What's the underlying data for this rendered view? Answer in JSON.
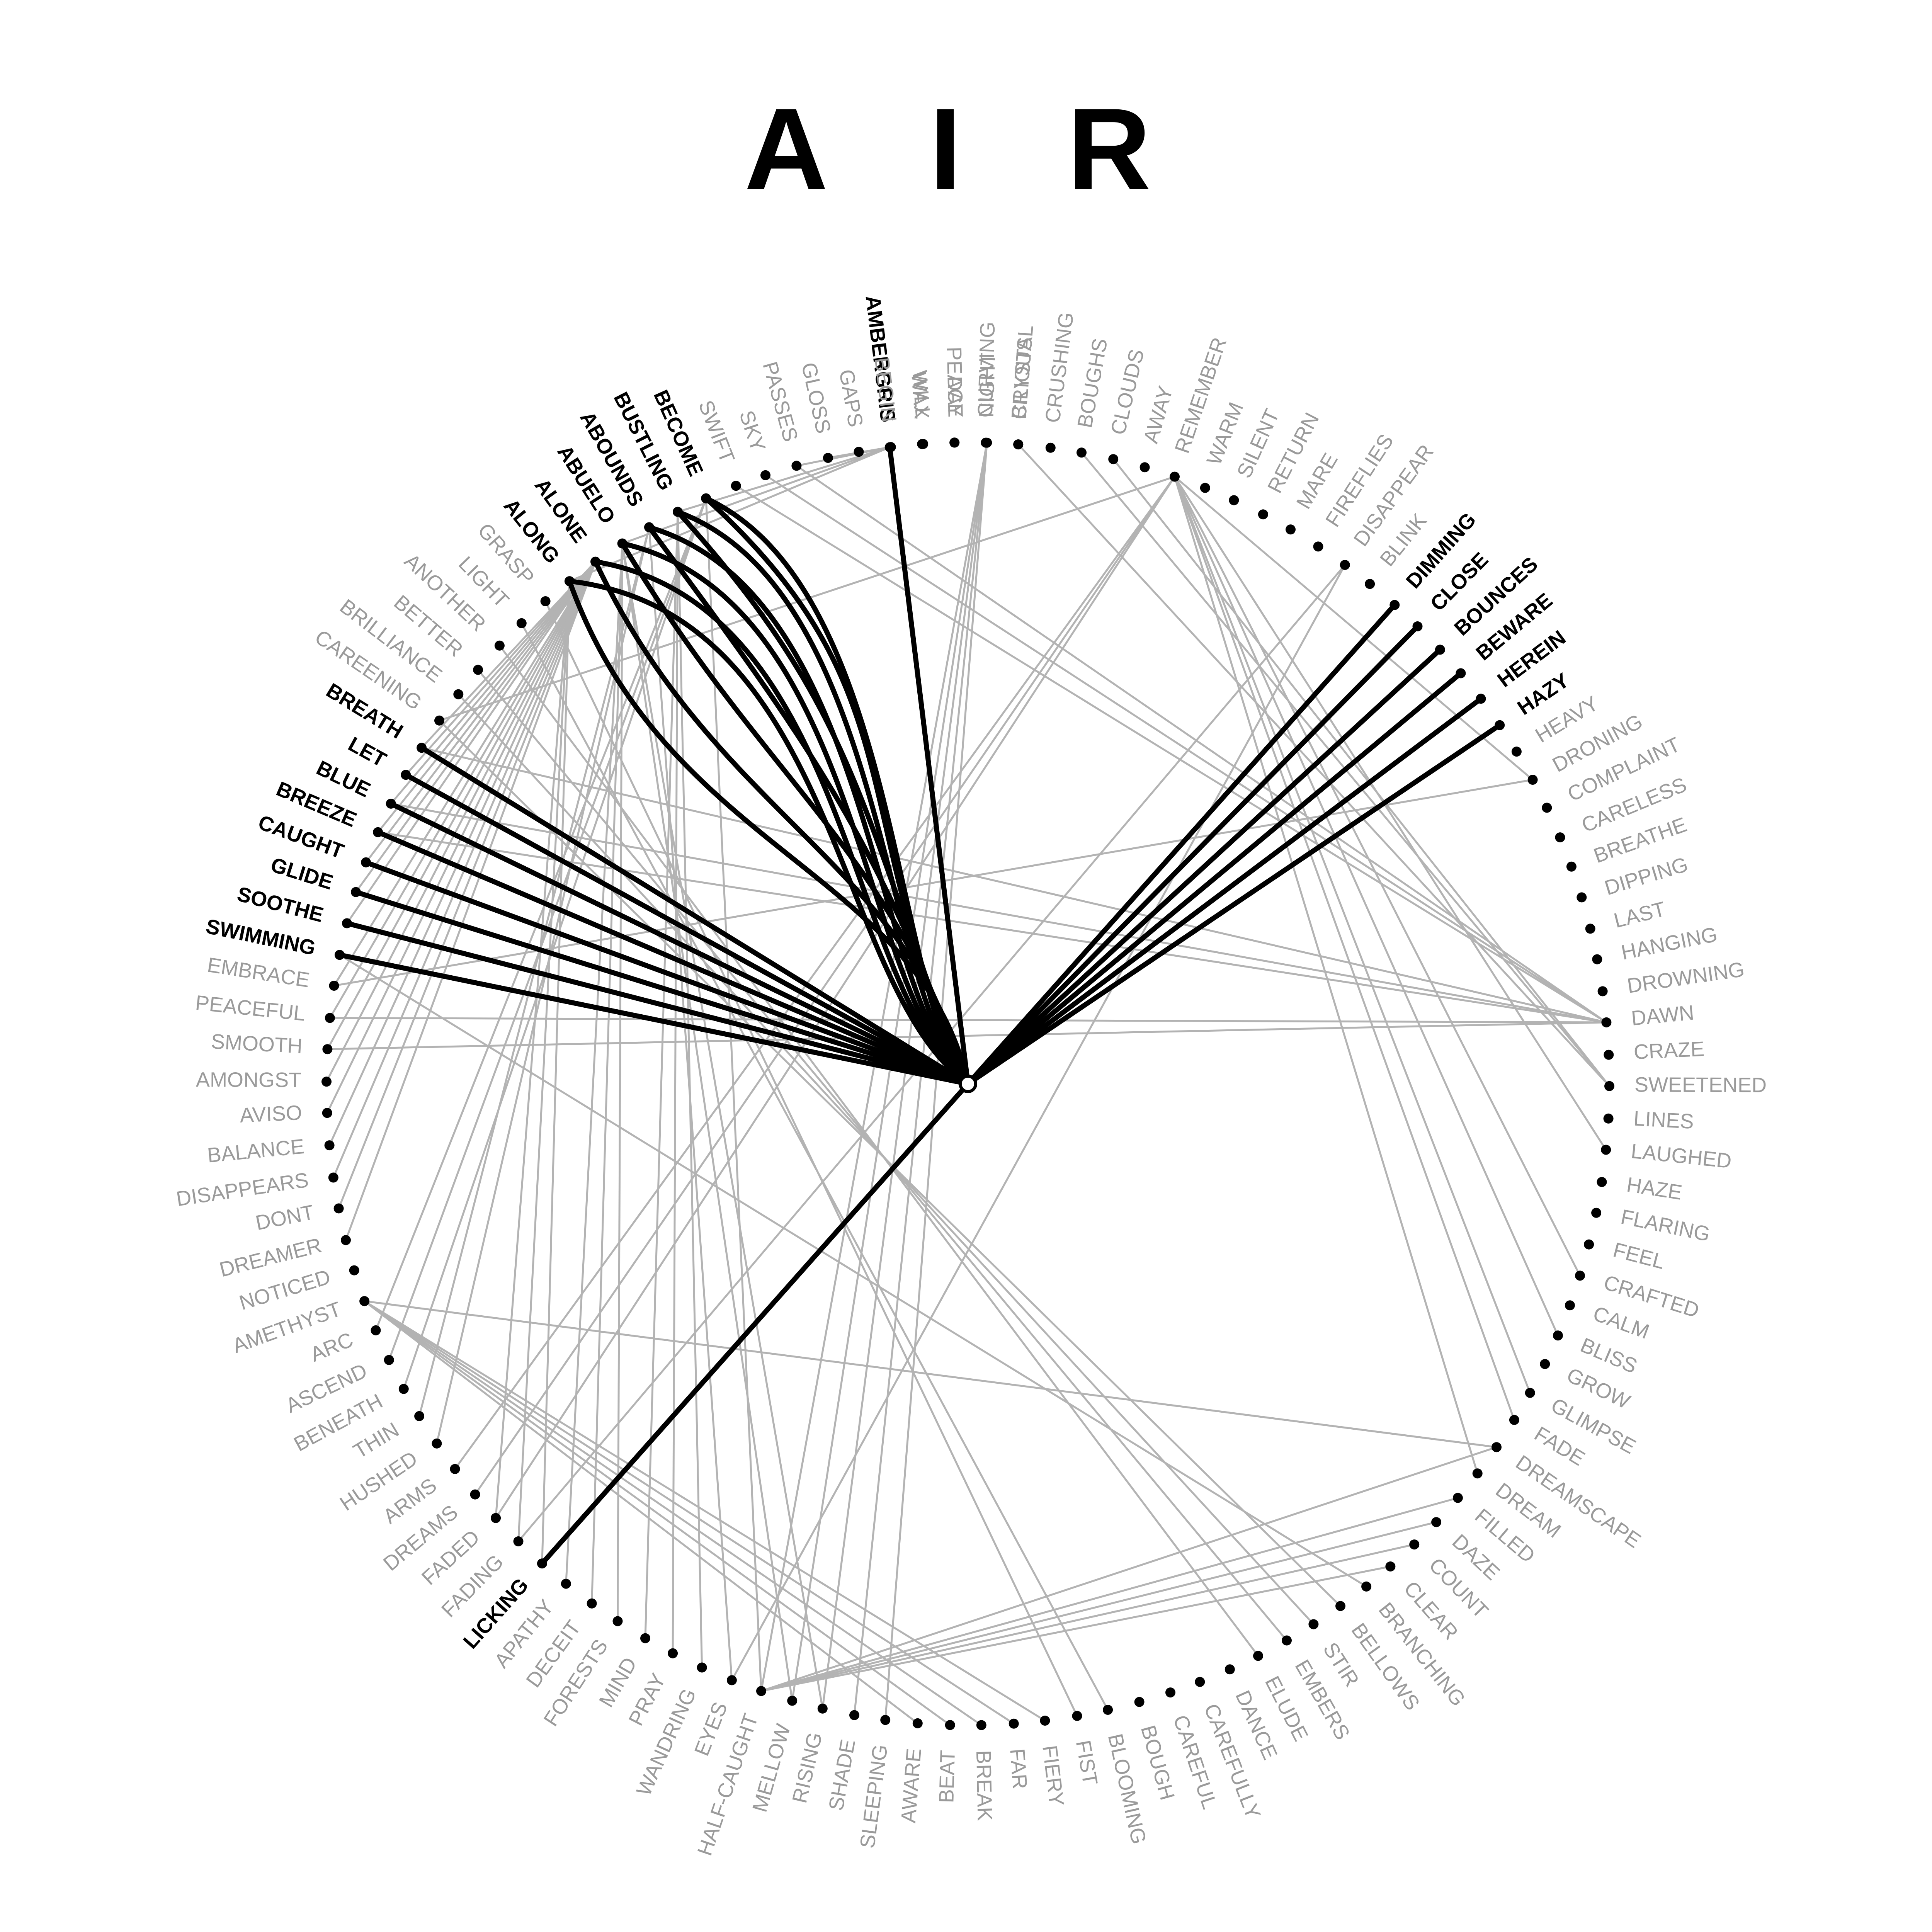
{
  "title": "A I R",
  "words": [
    {
      "t": "AMBERGRIS",
      "h": true,
      "a": -97.0
    },
    {
      "t": "WILL",
      "h": false,
      "a": -94.0
    },
    {
      "t": "PEACE",
      "h": false,
      "a": -91.2
    },
    {
      "t": "NIGHT",
      "h": false,
      "a": -88.3
    },
    {
      "t": "CRYSTAL",
      "h": false,
      "a": -85.5
    },
    {
      "t": "CRUSHING",
      "h": false,
      "a": -82.6
    },
    {
      "t": "BOUGHS",
      "h": false,
      "a": -79.8
    },
    {
      "t": "CLOUDS",
      "h": false,
      "a": -76.9
    },
    {
      "t": "AWAY",
      "h": false,
      "a": -74.0
    },
    {
      "t": "REMEMBER",
      "h": false,
      "a": -71.2
    },
    {
      "t": "WARM",
      "h": false,
      "a": -68.3
    },
    {
      "t": "SILENT",
      "h": false,
      "a": -65.5
    },
    {
      "t": "RETURN",
      "h": false,
      "a": -62.6
    },
    {
      "t": "MARE",
      "h": false,
      "a": -59.8
    },
    {
      "t": "FIREFLIES",
      "h": false,
      "a": -56.9
    },
    {
      "t": "DISAPPEAR",
      "h": false,
      "a": -54.0
    },
    {
      "t": "BLINK",
      "h": false,
      "a": -51.2
    },
    {
      "t": "DIMMING",
      "h": true,
      "a": -48.3
    },
    {
      "t": "CLOSE",
      "h": true,
      "a": -45.5
    },
    {
      "t": "BOUNCES",
      "h": true,
      "a": -42.6
    },
    {
      "t": "BEWARE",
      "h": true,
      "a": -39.8
    },
    {
      "t": "HEREIN",
      "h": true,
      "a": -36.9
    },
    {
      "t": "HAZY",
      "h": true,
      "a": -34.0
    },
    {
      "t": "HEAVY",
      "h": false,
      "a": -31.2
    },
    {
      "t": "DRONING",
      "h": false,
      "a": -28.3
    },
    {
      "t": "COMPLAINT",
      "h": false,
      "a": -25.5
    },
    {
      "t": "CARELESS",
      "h": false,
      "a": -22.6
    },
    {
      "t": "BREATHE",
      "h": false,
      "a": -19.8
    },
    {
      "t": "DIPPING",
      "h": false,
      "a": -16.9
    },
    {
      "t": "LAST",
      "h": false,
      "a": -14.0
    },
    {
      "t": "HANGING",
      "h": false,
      "a": -11.2
    },
    {
      "t": "DROWNING",
      "h": false,
      "a": -8.3
    },
    {
      "t": "DAWN",
      "h": false,
      "a": -5.5
    },
    {
      "t": "CRAZE",
      "h": false,
      "a": -2.6
    },
    {
      "t": "SWEETENED",
      "h": false,
      "a": 0.2
    },
    {
      "t": "LINES",
      "h": false,
      "a": 3.1
    },
    {
      "t": "LAUGHED",
      "h": false,
      "a": 5.9
    },
    {
      "t": "HAZE",
      "h": false,
      "a": 8.8
    },
    {
      "t": "FLARING",
      "h": false,
      "a": 11.6
    },
    {
      "t": "FEEL",
      "h": false,
      "a": 14.5
    },
    {
      "t": "CRAFTED",
      "h": false,
      "a": 17.4
    },
    {
      "t": "CALM",
      "h": false,
      "a": 20.2
    },
    {
      "t": "BLISS",
      "h": false,
      "a": 23.1
    },
    {
      "t": "GROW",
      "h": false,
      "a": 25.9
    },
    {
      "t": "GLIMPSE",
      "h": false,
      "a": 28.8
    },
    {
      "t": "FADE",
      "h": false,
      "a": 31.6
    },
    {
      "t": "DREAMSCAPE",
      "h": false,
      "a": 34.5
    },
    {
      "t": "DREAM",
      "h": false,
      "a": 37.4
    },
    {
      "t": "FILLED",
      "h": false,
      "a": 40.2
    },
    {
      "t": "DAZE",
      "h": false,
      "a": 43.1
    },
    {
      "t": "COUNT",
      "h": false,
      "a": 45.9
    },
    {
      "t": "CLEAR",
      "h": false,
      "a": 48.8
    },
    {
      "t": "BRANCHING",
      "h": false,
      "a": 51.6
    },
    {
      "t": "BELLOWS",
      "h": false,
      "a": 54.5
    },
    {
      "t": "STIR",
      "h": false,
      "a": 57.4
    },
    {
      "t": "EMBERS",
      "h": false,
      "a": 60.2
    },
    {
      "t": "ELUDE",
      "h": false,
      "a": 63.1
    },
    {
      "t": "DANCE",
      "h": false,
      "a": 65.9
    },
    {
      "t": "CAREFULLY",
      "h": false,
      "a": 68.8
    },
    {
      "t": "CAREFUL",
      "h": false,
      "a": 71.6
    },
    {
      "t": "BOUGH",
      "h": false,
      "a": 74.5
    },
    {
      "t": "BLOOMING",
      "h": false,
      "a": 77.4
    },
    {
      "t": "FIST",
      "h": false,
      "a": 80.2
    },
    {
      "t": "FIERY",
      "h": false,
      "a": 83.1
    },
    {
      "t": "FAR",
      "h": false,
      "a": 85.9
    },
    {
      "t": "BREAK",
      "h": false,
      "a": 88.8
    },
    {
      "t": "BEAT",
      "h": false,
      "a": 91.6
    },
    {
      "t": "AWARE",
      "h": false,
      "a": 94.5
    },
    {
      "t": "SLEEPING",
      "h": false,
      "a": 97.4
    },
    {
      "t": "SHADE",
      "h": false,
      "a": 100.2
    },
    {
      "t": "RISING",
      "h": false,
      "a": 103.1
    },
    {
      "t": "MELLOW",
      "h": false,
      "a": 105.9
    },
    {
      "t": "HALF-CAUGHT",
      "h": false,
      "a": 108.8
    },
    {
      "t": "EYES",
      "h": false,
      "a": 111.6
    },
    {
      "t": "WANDRING",
      "h": false,
      "a": 114.5
    },
    {
      "t": "PRAY",
      "h": false,
      "a": 117.4
    },
    {
      "t": "MIND",
      "h": false,
      "a": 120.2
    },
    {
      "t": "FORESTS",
      "h": false,
      "a": 123.1
    },
    {
      "t": "DECEIT",
      "h": false,
      "a": 125.9
    },
    {
      "t": "APATHY",
      "h": false,
      "a": 128.8
    },
    {
      "t": "LICKING",
      "h": true,
      "a": 131.6
    },
    {
      "t": "FADING",
      "h": false,
      "a": 134.5
    },
    {
      "t": "FADED",
      "h": false,
      "a": 137.4
    },
    {
      "t": "DREAMS",
      "h": false,
      "a": 140.2
    },
    {
      "t": "ARMS",
      "h": false,
      "a": 143.1
    },
    {
      "t": "HUSHED",
      "h": false,
      "a": 145.9
    },
    {
      "t": "THIN",
      "h": false,
      "a": 148.8
    },
    {
      "t": "BENEATH",
      "h": false,
      "a": 151.6
    },
    {
      "t": "ASCEND",
      "h": false,
      "a": 154.5
    },
    {
      "t": "ARC",
      "h": false,
      "a": 157.4
    },
    {
      "t": "AMETHYST",
      "h": false,
      "a": 160.2
    },
    {
      "t": "NOTICED",
      "h": false,
      "a": 163.1
    },
    {
      "t": "DREAMER",
      "h": false,
      "a": 165.9
    },
    {
      "t": "DONT",
      "h": false,
      "a": 168.8
    },
    {
      "t": "DISAPPEARS",
      "h": false,
      "a": 171.6
    },
    {
      "t": "BALANCE",
      "h": false,
      "a": 174.5
    },
    {
      "t": "AVISO",
      "h": false,
      "a": 177.4
    },
    {
      "t": "AMONGST",
      "h": false,
      "a": 180.2
    },
    {
      "t": "SMOOTH",
      "h": false,
      "a": 183.1
    },
    {
      "t": "PEACEFUL",
      "h": false,
      "a": 185.9
    },
    {
      "t": "EMBRACE",
      "h": false,
      "a": 188.8
    },
    {
      "t": "SWIMMING",
      "h": true,
      "a": 191.6
    },
    {
      "t": "SOOTHE",
      "h": true,
      "a": 194.5
    },
    {
      "t": "GLIDE",
      "h": true,
      "a": 197.4
    },
    {
      "t": "CAUGHT",
      "h": true,
      "a": 200.2
    },
    {
      "t": "BREEZE",
      "h": true,
      "a": 203.1
    },
    {
      "t": "BLUE",
      "h": true,
      "a": 205.9
    },
    {
      "t": "LET",
      "h": true,
      "a": 208.8
    },
    {
      "t": "BREATH",
      "h": true,
      "a": 211.6
    },
    {
      "t": "CAREENING",
      "h": false,
      "a": 214.5
    },
    {
      "t": "BRILLIANCE",
      "h": false,
      "a": 217.4
    },
    {
      "t": "BETTER",
      "h": false,
      "a": 220.2
    },
    {
      "t": "ANOTHER",
      "h": false,
      "a": 223.1
    },
    {
      "t": "LIGHT",
      "h": false,
      "a": 225.9
    },
    {
      "t": "GRASP",
      "h": false,
      "a": 228.8
    },
    {
      "t": "ALONG",
      "h": true,
      "a": 231.6
    },
    {
      "t": "ALONE",
      "h": true,
      "a": 234.5
    },
    {
      "t": "ABUELO",
      "h": true,
      "a": 237.4
    },
    {
      "t": "ABOUNDS",
      "h": true,
      "a": 240.2
    },
    {
      "t": "BUSTLING",
      "h": true,
      "a": 243.1
    },
    {
      "t": "BECOME",
      "h": true,
      "a": 245.9
    },
    {
      "t": "SWIFT",
      "h": false,
      "a": 248.8
    },
    {
      "t": "SKY",
      "h": false,
      "a": 251.6
    },
    {
      "t": "PASSES",
      "h": false,
      "a": 254.5
    },
    {
      "t": "GLOSS",
      "h": false,
      "a": 257.4
    },
    {
      "t": "GAPS",
      "h": false,
      "a": 260.2
    },
    {
      "t": "BEGIN",
      "h": false,
      "a": 263.1
    },
    {
      "t": "WAX",
      "h": false,
      "a": 265.9
    },
    {
      "t": "DAY",
      "h": false,
      "a": 268.8
    },
    {
      "t": "CURVING",
      "h": false,
      "a": 271.6
    },
    {
      "t": "BILIOUS",
      "h": false,
      "a": 274.5
    }
  ],
  "black_links": [
    {
      "from": "AMBERGRIS",
      "to": "AIR"
    },
    {
      "from": "DIMMING",
      "to": "AIR"
    },
    {
      "from": "CLOSE",
      "to": "AIR"
    },
    {
      "from": "BOUNCES",
      "to": "AIR"
    },
    {
      "from": "BEWARE",
      "to": "AIR"
    },
    {
      "from": "HEREIN",
      "to": "AIR"
    },
    {
      "from": "HAZY",
      "to": "AIR"
    },
    {
      "from": "LICKING",
      "to": "AIR"
    },
    {
      "from": "SWIMMING",
      "to": "AIR"
    },
    {
      "from": "SOOTHE",
      "to": "AIR"
    },
    {
      "from": "GLIDE",
      "to": "AIR"
    },
    {
      "from": "CAUGHT",
      "to": "AIR"
    },
    {
      "from": "BREEZE",
      "to": "AIR"
    },
    {
      "from": "BLUE",
      "to": "AIR"
    },
    {
      "from": "LET",
      "to": "AIR"
    },
    {
      "from": "BREATH",
      "to": "AIR"
    },
    {
      "from": "ALONG",
      "to": "AIR"
    },
    {
      "from": "ALONE",
      "to": "AIR"
    },
    {
      "from": "ABUELO",
      "to": "AIR"
    },
    {
      "from": "ABOUNDS",
      "to": "AIR"
    },
    {
      "from": "BUSTLING",
      "to": "AIR"
    },
    {
      "from": "BECOME",
      "to": "AIR"
    }
  ],
  "gray_links": [
    [
      "NIGHT",
      "HALF-CAUGHT"
    ],
    [
      "NIGHT",
      "MELLOW"
    ],
    [
      "NIGHT",
      "RISING"
    ],
    [
      "NIGHT",
      "SHADE"
    ],
    [
      "NIGHT",
      "SLEEPING"
    ],
    [
      "CRYSTAL",
      "SWEETENED"
    ],
    [
      "BOUGHS",
      "SWEETENED"
    ],
    [
      "CLOUDS",
      "SWEETENED"
    ],
    [
      "REMEMBER",
      "DRONING"
    ],
    [
      "REMEMBER",
      "LAUGHED"
    ],
    [
      "REMEMBER",
      "CRAFTED"
    ],
    [
      "REMEMBER",
      "DREAM"
    ],
    [
      "REMEMBER",
      "FADE"
    ],
    [
      "REMEMBER",
      "GLIMPSE"
    ],
    [
      "REMEMBER",
      "BLISS"
    ],
    [
      "REMEMBER",
      "FADED"
    ],
    [
      "REMEMBER",
      "DREAMS"
    ],
    [
      "REMEMBER",
      "ARMS"
    ],
    [
      "REMEMBER",
      "CAREENING"
    ],
    [
      "DISAPPEAR",
      "FADING"
    ],
    [
      "DISAPPEAR",
      "EYES"
    ],
    [
      "AMBERGRIS",
      "GLOSS"
    ],
    [
      "AMBERGRIS",
      "PASSES"
    ],
    [
      "AMBERGRIS",
      "ABUELO"
    ],
    [
      "AMBERGRIS",
      "BUSTLING"
    ],
    [
      "AMBERGRIS",
      "ALONG"
    ],
    [
      "SWIFT",
      "DAWN"
    ],
    [
      "SKY",
      "DAWN"
    ],
    [
      "PASSES",
      "DAWN"
    ],
    [
      "BREATH",
      "DAWN"
    ],
    [
      "BLUE",
      "DAWN"
    ],
    [
      "BREEZE",
      "DAWN"
    ],
    [
      "PEACEFUL",
      "DAWN"
    ],
    [
      "SMOOTH",
      "DAWN"
    ],
    [
      "EMBRACE",
      "DRONING"
    ],
    [
      "SWIMMING",
      "BRANCHING"
    ],
    [
      "CAREENING",
      "BELLOWS"
    ],
    [
      "BRILLIANCE",
      "STIR"
    ],
    [
      "BETTER",
      "EMBERS"
    ],
    [
      "ANOTHER",
      "ELUDE"
    ],
    [
      "LIGHT",
      "BLOOMING"
    ],
    [
      "GRASP",
      "FIST"
    ],
    [
      "AMETHYST",
      "FIERY"
    ],
    [
      "AMETHYST",
      "FAR"
    ],
    [
      "AMETHYST",
      "BREAK"
    ],
    [
      "AMETHYST",
      "BEAT"
    ],
    [
      "AMETHYST",
      "AWARE"
    ],
    [
      "AMETHYST",
      "DREAMSCAPE"
    ],
    [
      "DREAMER",
      "ALONE"
    ],
    [
      "DONT",
      "ALONE"
    ],
    [
      "DISAPPEARS",
      "ALONE"
    ],
    [
      "BALANCE",
      "ALONE"
    ],
    [
      "AVISO",
      "ALONE"
    ],
    [
      "AMONGST",
      "ALONE"
    ],
    [
      "SMOOTH",
      "ALONE"
    ],
    [
      "PEACEFUL",
      "ALONE"
    ],
    [
      "EMBRACE",
      "ALONE"
    ],
    [
      "SOOTHE",
      "ALONE"
    ],
    [
      "GLIDE",
      "ALONE"
    ],
    [
      "CAUGHT",
      "ALONE"
    ],
    [
      "BREEZE",
      "ALONE"
    ],
    [
      "BLUE",
      "ALONE"
    ],
    [
      "LET",
      "ALONE"
    ],
    [
      "BREATH",
      "ALONE"
    ],
    [
      "ARC",
      "BECOME"
    ],
    [
      "ASCEND",
      "BECOME"
    ],
    [
      "BENEATH",
      "BECOME"
    ],
    [
      "THIN",
      "ABOUNDS"
    ],
    [
      "HUSHED",
      "ABOUNDS"
    ],
    [
      "FADED",
      "ALONG"
    ],
    [
      "FADING",
      "ALONG"
    ],
    [
      "LICKING",
      "ALONG"
    ],
    [
      "APATHY",
      "ABUELO"
    ],
    [
      "DECEIT",
      "ABUELO"
    ],
    [
      "FORESTS",
      "ABUELO"
    ],
    [
      "MIND",
      "BUSTLING"
    ],
    [
      "PRAY",
      "BUSTLING"
    ],
    [
      "WANDRING",
      "BUSTLING"
    ],
    [
      "EYES",
      "ABOUNDS"
    ],
    [
      "HALF-CAUGHT",
      "BECOME"
    ],
    [
      "MELLOW",
      "ABUELO"
    ],
    [
      "RISING",
      "ABUELO"
    ],
    [
      "HALF-CAUGHT",
      "DREAMSCAPE"
    ],
    [
      "HALF-CAUGHT",
      "FILLED"
    ],
    [
      "HALF-CAUGHT",
      "DAZE"
    ],
    [
      "HALF-CAUGHT",
      "COUNT"
    ],
    [
      "HALF-CAUGHT",
      "CLEAR"
    ]
  ]
}
